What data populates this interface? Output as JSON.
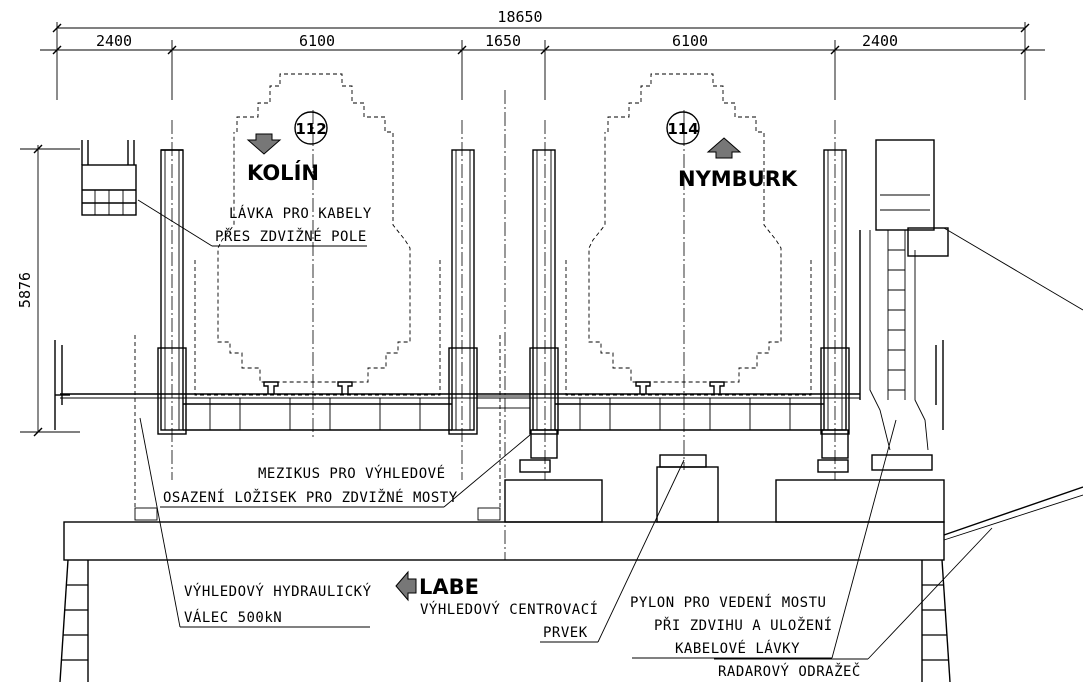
{
  "dimensions": {
    "overall": "18650",
    "segments": [
      "2400",
      "6100",
      "1650",
      "6100",
      "2400"
    ],
    "height": "5876"
  },
  "tracks": {
    "left": {
      "number": "112",
      "direction": "KOLÍN"
    },
    "right": {
      "number": "114",
      "direction": "NYMBURK"
    }
  },
  "river": "LABE",
  "callouts": {
    "cable_walkway": [
      "LÁVKA PRO KABELY",
      "PŘES ZDVIŽNÉ POLE"
    ],
    "spacer": [
      "MEZIKUS PRO VÝHLEDOVÉ",
      "OSAZENÍ LOŽISEK PRO ZDVIŽNÉ MOSTY"
    ],
    "hydraulic": [
      "VÝHLEDOVÝ HYDRAULICKÝ",
      "VÁLEC 500kN"
    ],
    "centering": [
      "VÝHLEDOVÝ CENTROVACÍ",
      "PRVEK"
    ],
    "pylon": [
      "PYLON PRO VEDENÍ MOSTU",
      "PŘI ZDVIHU A ULOŽENÍ",
      "KABELOVÉ LÁVKY"
    ],
    "radar": "RADAROVÝ ODRAŽEČ"
  },
  "colors": {
    "line": "#000000",
    "background": "#ffffff"
  }
}
